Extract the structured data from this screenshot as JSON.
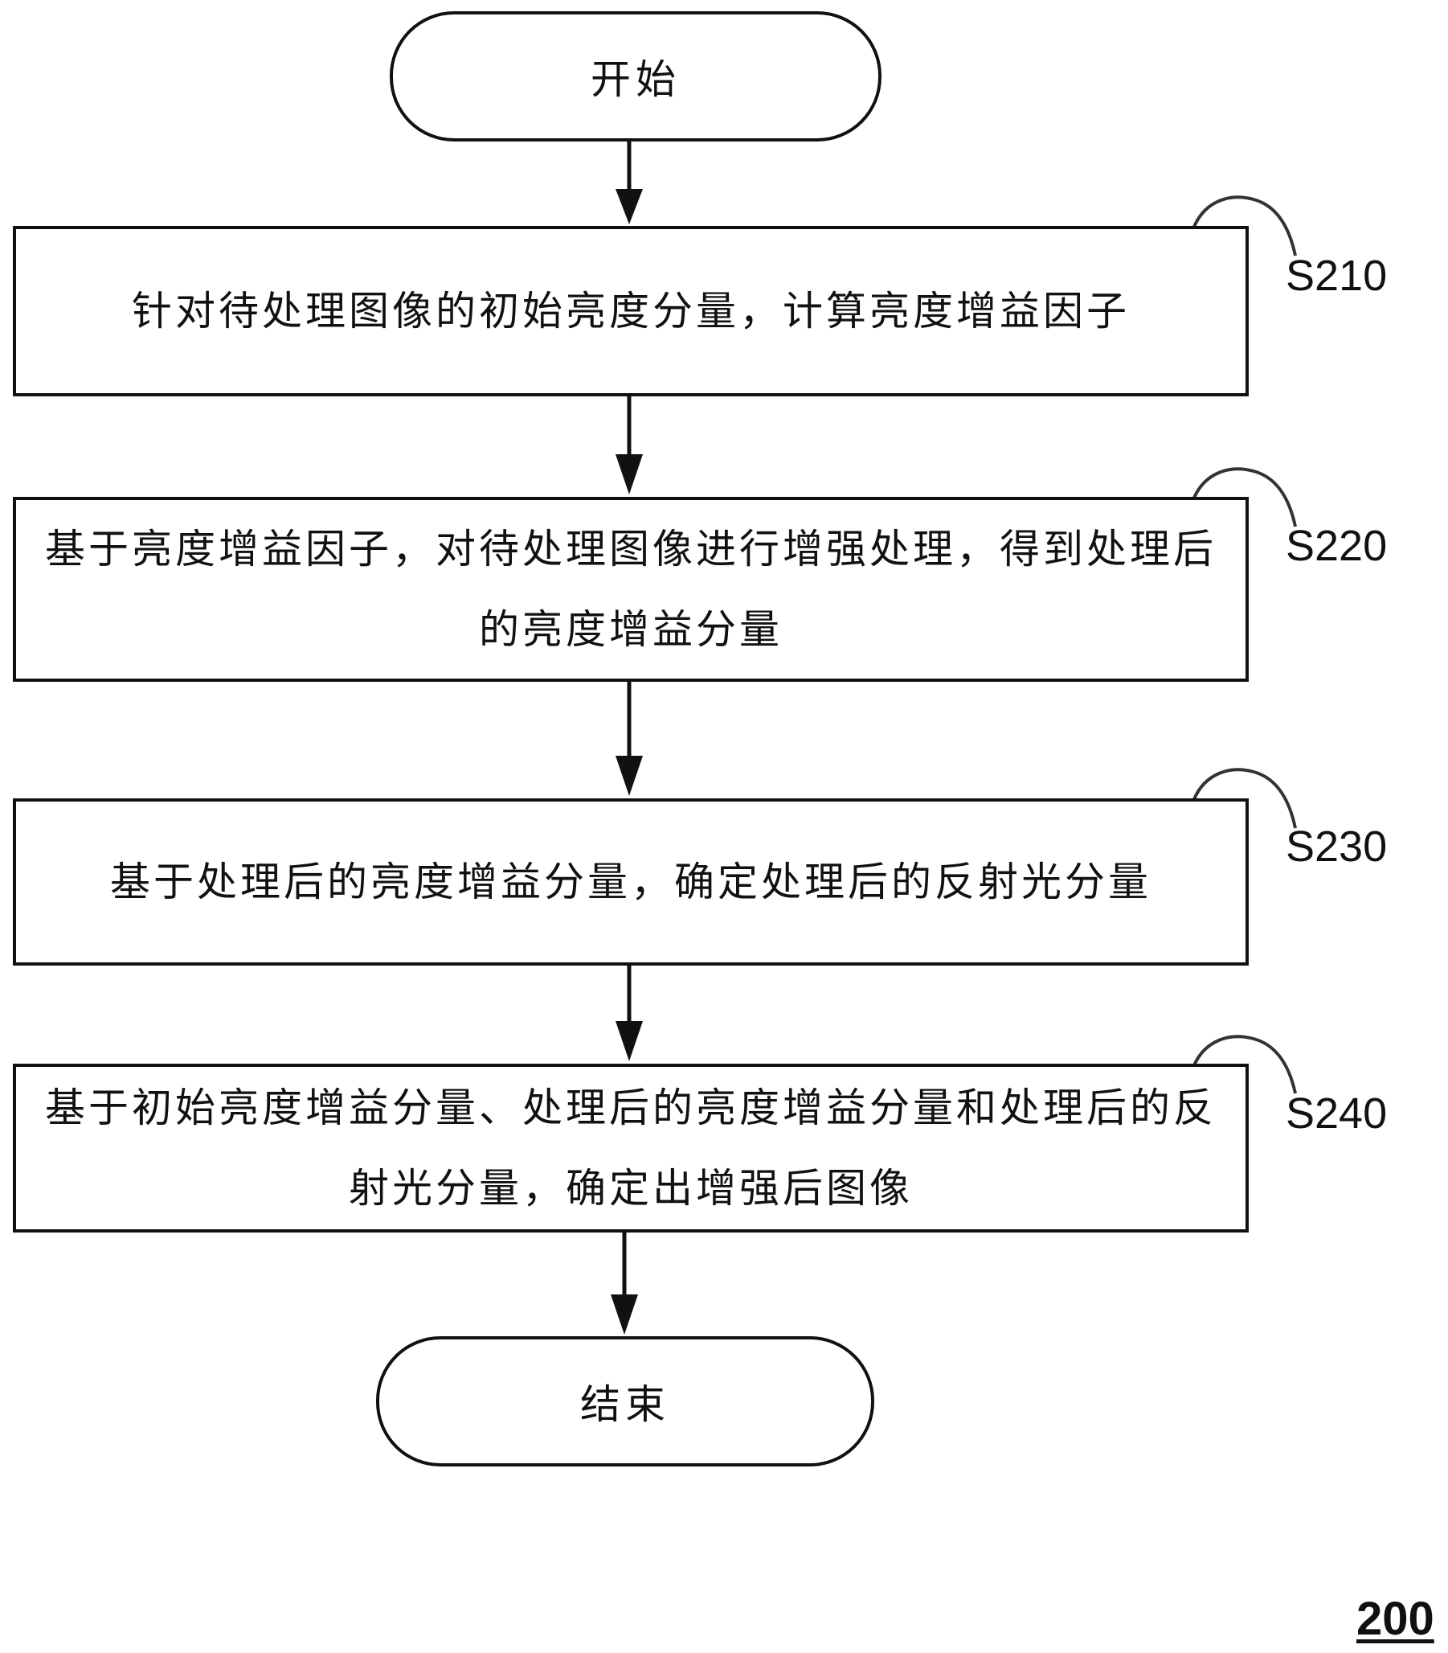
{
  "flowchart": {
    "start": {
      "label": "开始"
    },
    "steps": [
      {
        "id": "S210",
        "text": "针对待处理图像的初始亮度分量，计算亮度增益因子"
      },
      {
        "id": "S220",
        "text": "基于亮度增益因子，对待处理图像进行增强处理，得到处理后的亮度增益分量"
      },
      {
        "id": "S230",
        "text": "基于处理后的亮度增益分量，确定处理后的反射光分量"
      },
      {
        "id": "S240",
        "text": "基于初始亮度增益分量、处理后的亮度增益分量和处理后的反射光分量，确定出增强后图像"
      }
    ],
    "end": {
      "label": "结束"
    },
    "figure_number": "200"
  }
}
